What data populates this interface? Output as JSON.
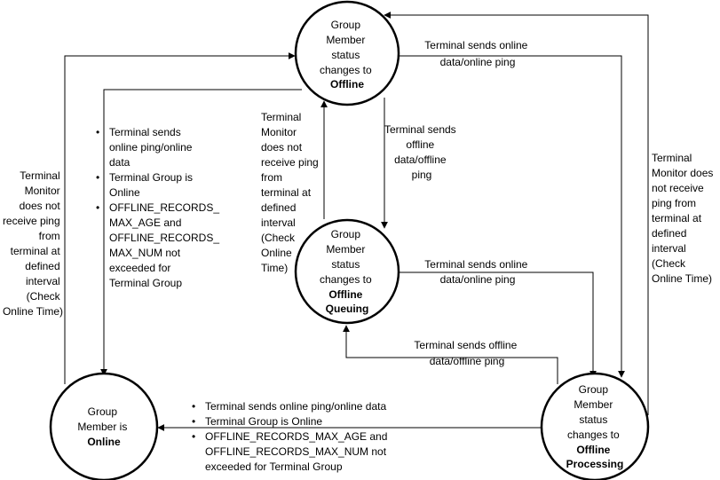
{
  "states": {
    "offline": {
      "lines": [
        "Group",
        "Member",
        "status",
        "changes to"
      ],
      "bold": "Offline"
    },
    "queuing": {
      "lines": [
        "Group",
        "Member",
        "status",
        "changes to"
      ],
      "bold": [
        "Offline",
        "Queuing"
      ]
    },
    "online": {
      "lines": [
        "Group",
        "Member is"
      ],
      "bold": "Online"
    },
    "processing": {
      "lines": [
        "Group",
        "Member",
        "status",
        "changes to"
      ],
      "bold": [
        "Offline",
        "Processing"
      ]
    }
  },
  "labels": {
    "left_top": [
      "Terminal sends",
      "online ping/online",
      "data",
      "Terminal Group is",
      "Online",
      "OFFLINE_RECORDS_",
      "MAX_AGE and",
      "OFFLINE_RECORDS_",
      "MAX_NUM not",
      "exceeded for",
      "Terminal Group"
    ],
    "left_outer": [
      "Terminal",
      "Monitor",
      "does not",
      "receive ping",
      "from",
      "terminal at",
      "defined",
      "interval",
      "(Check",
      "Online Time)"
    ],
    "center_left": [
      "Terminal",
      "Monitor",
      "does not",
      "receive ping",
      "from",
      "terminal at",
      "defined",
      "interval",
      "(Check",
      "Online",
      "Time)"
    ],
    "center_right": [
      "Terminal sends",
      "offline",
      "data/offline",
      "ping"
    ],
    "top_right": [
      "Terminal sends online",
      "data/online ping"
    ],
    "mid_right": [
      "Terminal sends online",
      "data/online ping"
    ],
    "lower_mid": [
      "Terminal sends offline",
      "data/offline ping"
    ],
    "right_outer": [
      "Terminal",
      "Monitor does",
      "not receive",
      "ping from",
      "terminal at",
      "defined",
      "interval",
      "(Check",
      "Online Time)"
    ],
    "bottom": [
      "Terminal sends online ping/online data",
      "Terminal Group is Online",
      "OFFLINE_RECORDS_MAX_AGE and",
      "OFFLINE_RECORDS_MAX_NUM not",
      "exceeded for Terminal Group"
    ]
  },
  "bullet_char": "•"
}
